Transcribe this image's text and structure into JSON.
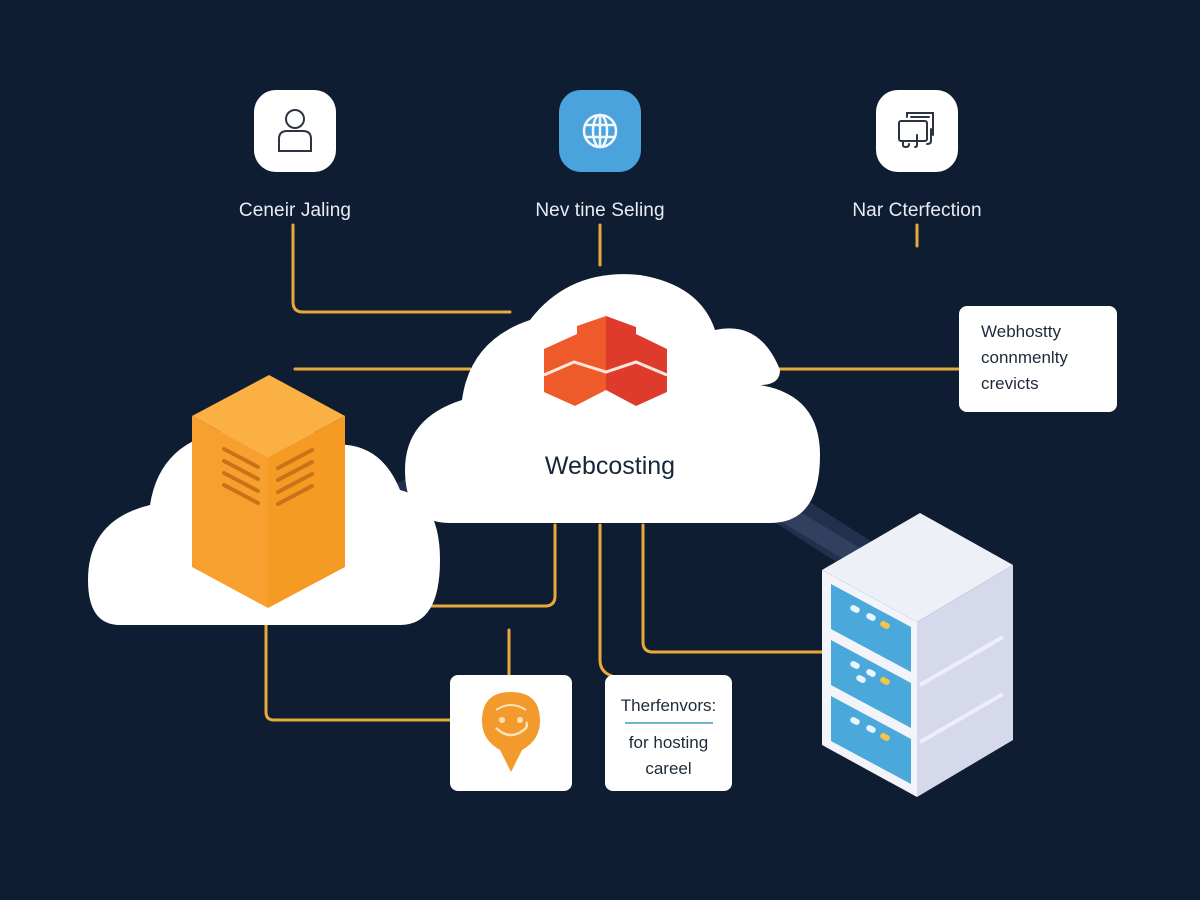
{
  "diagram": {
    "title": "Webcosting",
    "top_nodes": [
      {
        "id": "user",
        "label": "Ceneir Jaling",
        "icon": "user-icon",
        "tile_color": "#ffffff"
      },
      {
        "id": "globe",
        "label": "Nev tine Seling",
        "icon": "globe-icon",
        "tile_color": "#4ba3dd"
      },
      {
        "id": "docs",
        "label": "Nar Cterfection",
        "icon": "documents-icon",
        "tile_color": "#ffffff"
      }
    ],
    "central_cloud": {
      "label": "Webcosting",
      "icon": "red-blocks-logo-icon"
    },
    "left_cloud": {
      "icon": "orange-server-tower-icon"
    },
    "right_server": {
      "icon": "server-rack-icon",
      "units": 3
    },
    "services_card": {
      "lines": [
        "Webhostty",
        "connmenlty",
        "crevicts"
      ]
    },
    "support_card": {
      "icon": "smiley-pin-icon"
    },
    "hosting_card": {
      "title": "Therfenvors:",
      "lines": [
        "for hosting",
        "careel"
      ]
    },
    "colors": {
      "background": "#0f1d33",
      "connector": "#e8a93c",
      "accent_orange": "#f7a02f",
      "accent_red": "#e5452b",
      "accent_blue": "#4ba3dd",
      "server_panel": "#4aa8da"
    }
  }
}
